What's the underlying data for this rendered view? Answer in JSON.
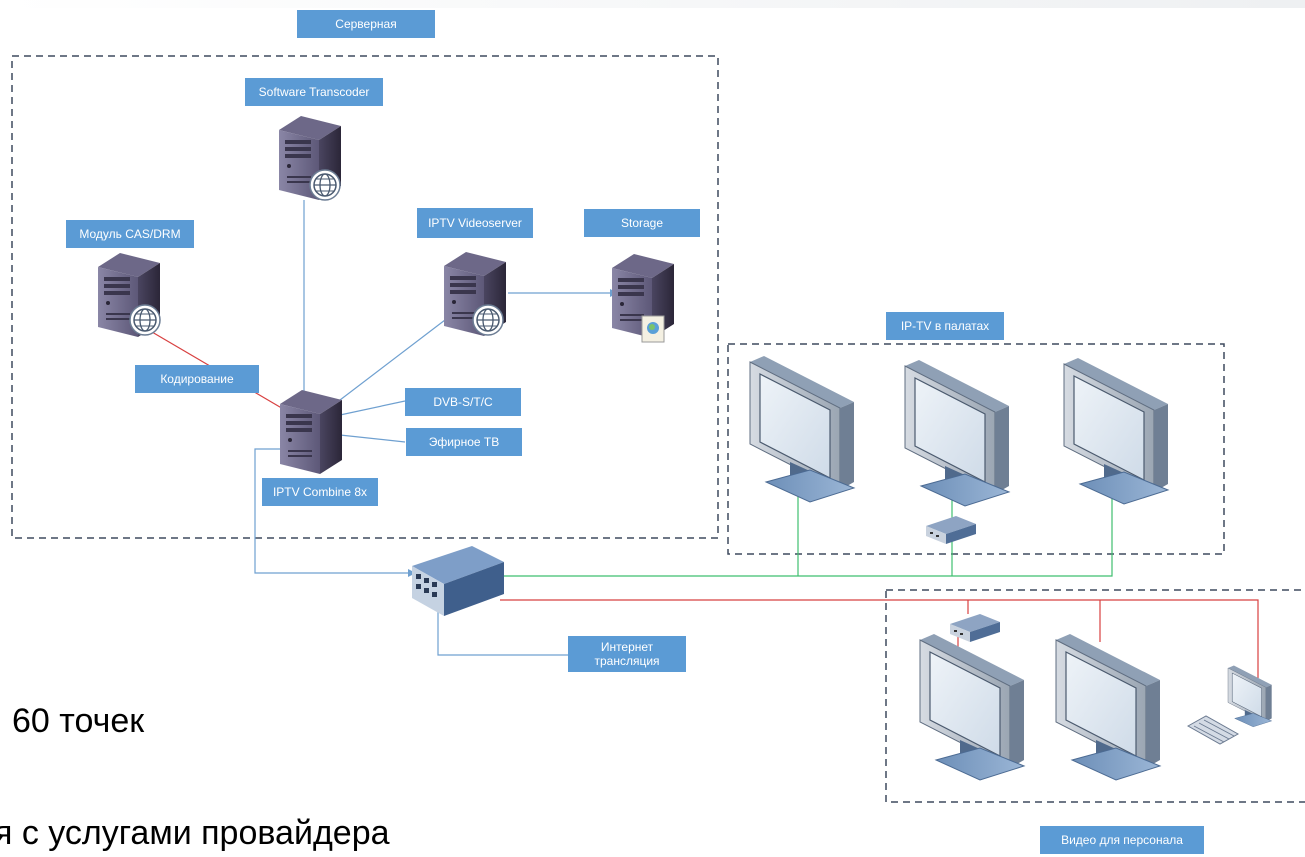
{
  "labels": {
    "server_room": "Серверная",
    "software_transcoder": "Software Transcoder",
    "cas_drm": "Модуль CAS/DRM",
    "iptv_videoserver": "IPTV Videoserver",
    "storage": "Storage",
    "encoding": "Кодирование",
    "dvb": "DVB-S/T/C",
    "broadcast_tv": "Эфирное ТВ",
    "iptv_combine": "IPTV Combine 8x",
    "iptv_wards": "IP-TV в палатах",
    "internet_stream": "Интернет трансляция",
    "staff_video": "Видео для персонала"
  },
  "slide_text": {
    "line1": "60 точек",
    "line2": "я с услугами провайдера"
  },
  "colors": {
    "label_bg": "#5b9bd5",
    "wire_blue": "#6fa0d0",
    "wire_green": "#3fbf6f",
    "wire_red": "#d84040",
    "dashed_border": "#3e4a5e"
  }
}
